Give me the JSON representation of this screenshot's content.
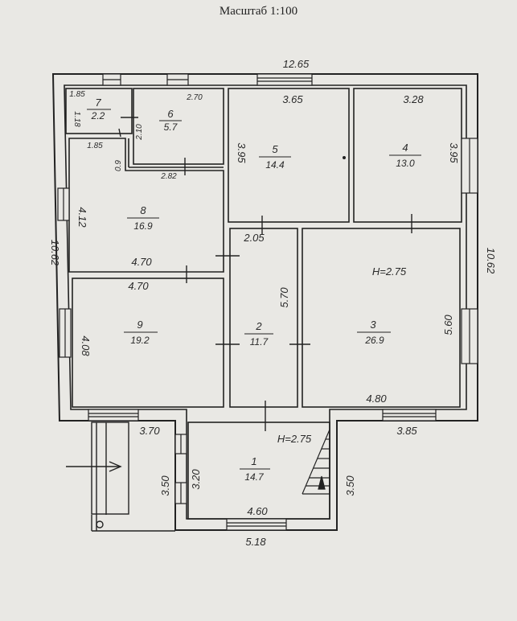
{
  "title": "Масштаб 1:100",
  "outer_dims": {
    "top": "12.65",
    "left": "10.62",
    "right": "10.62",
    "bottom_left": "3.70",
    "bottom_right": "3.85",
    "annex_bottom": "5.18",
    "annex_left": "3.50",
    "annex_right": "3.50"
  },
  "rooms": {
    "r7": {
      "number": "7",
      "area": "2.2",
      "w": "1.85",
      "h": "1.18"
    },
    "r6": {
      "number": "6",
      "area": "5.7",
      "w": "2.70",
      "h": "2.10"
    },
    "r5": {
      "number": "5",
      "area": "14.4",
      "w": "3.65",
      "h": "3.95"
    },
    "r4": {
      "number": "4",
      "area": "13.0",
      "w": "3.28",
      "h": "3.95"
    },
    "r8": {
      "number": "8",
      "area": "16.9",
      "w_top": "1.85",
      "w_bottom": "4.70",
      "h": "4.12",
      "step_w": "2.82",
      "step_h": "0.9"
    },
    "r9": {
      "number": "9",
      "area": "19.2",
      "w": "4.70",
      "h": "4.08"
    },
    "r2": {
      "number": "2",
      "area": "11.7",
      "w": "2.05",
      "h": "5.70"
    },
    "r3": {
      "number": "3",
      "area": "26.9",
      "w": "4.80",
      "h": "5.60"
    },
    "r1": {
      "number": "1",
      "area": "14.7",
      "w": "4.60",
      "h": "3.20"
    }
  },
  "heights": {
    "main": "H=2.75",
    "annex": "H=2.75"
  }
}
